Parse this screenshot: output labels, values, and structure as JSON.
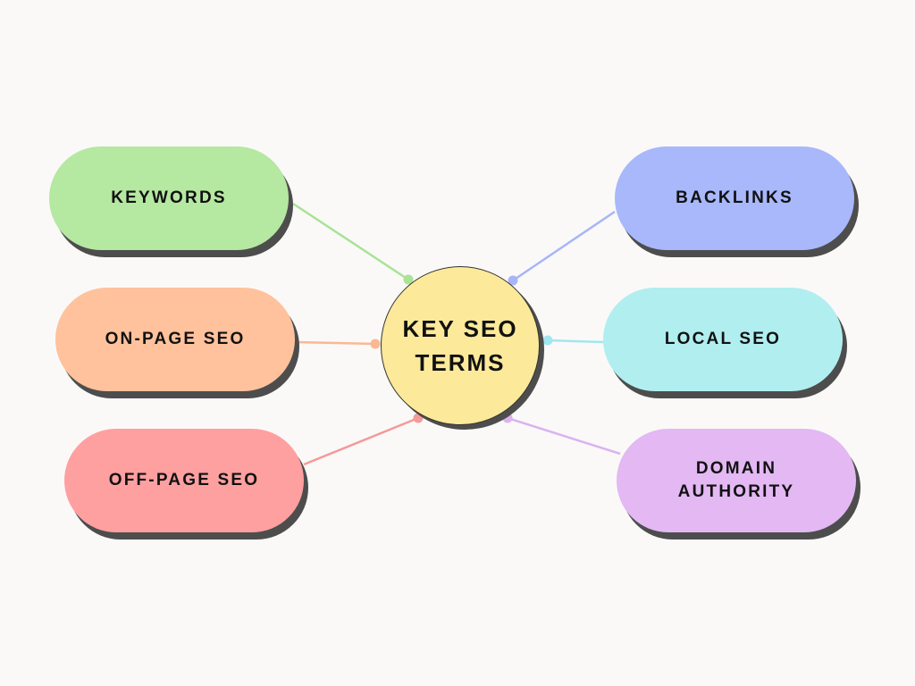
{
  "center": {
    "line1": "KEY SEO",
    "line2": "TERMS",
    "color": "#fde99a"
  },
  "nodes": [
    {
      "id": "keywords",
      "label": "KEYWORDS",
      "color": "#b5e8a0",
      "line_color": "#a9e394"
    },
    {
      "id": "on-page-seo",
      "label": "ON-PAGE SEO",
      "color": "#ffc29c",
      "line_color": "#fbb892"
    },
    {
      "id": "off-page-seo",
      "label": "OFF-PAGE SEO",
      "color": "#ffa0a0",
      "line_color": "#f49a98"
    },
    {
      "id": "backlinks",
      "label": "BACKLINKS",
      "color": "#a8b8fb",
      "line_color": "#a7b5f7"
    },
    {
      "id": "local-seo",
      "label": "LOCAL SEO",
      "color": "#b1eef0",
      "line_color": "#a2e6ef"
    },
    {
      "id": "domain-authority",
      "label_line1": "DOMAIN",
      "label_line2": "AUTHORITY",
      "color": "#e3b8f3",
      "line_color": "#dcb2f0"
    }
  ]
}
